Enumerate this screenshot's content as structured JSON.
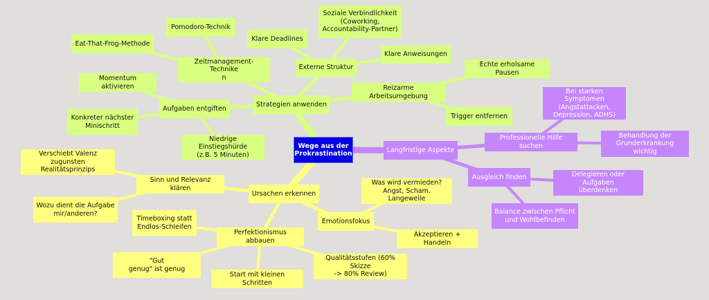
{
  "colors": {
    "background": "#e0dfdb",
    "center": "#0000e0",
    "strategies": "#d9ff80",
    "causes": "#ffff80",
    "longterm": "#c586fb"
  },
  "nodes": {
    "center": "Wege aus der Prokrastination",
    "strategien": "Strategien anwenden",
    "zeitmanagement": "Zeitmanagement-Technike\nn",
    "pomodoro": "Pomodoro-Technik",
    "frog": "Eat-That-Frog-Methode",
    "extern": "Externe Struktur",
    "deadlines": "Klare Deadlines",
    "sozial": "Soziale Verbindlichkeit\n(Coworking,\nAccountability-Partner)",
    "anweisungen": "Klare Anweisungen",
    "reizarm": "Reizarme Arbeitsumgebung",
    "pausen": "Echte erholsame Pausen",
    "trigger": "Trigger entfernen",
    "entgiften": "Aufgaben entgiften",
    "momentum": "Momentum aktivieren",
    "miniSchritt": "Konkreter nächster\nMinischritt",
    "einstieg": "Niedrige Einstiegshürde\n(z.B. 5 Minuten)",
    "langfristig": "Langfristige Aspekte",
    "professionell": "Professionelle Hilfe suchen",
    "symptome": "Bei starken Symptomen\n(Angstattacken,\nDepression, ADHS)",
    "behandlung": "Behandlung der\nGrunderkrankung wichtig",
    "ausgleich": "Ausgleich finden",
    "delegieren": "Delegieren oder Aufgaben\nüberdenken",
    "balance": "Balance zwischen Pflicht\nund Wohlbefinden",
    "ursachen": "Ursachen erkennen",
    "sinn": "Sinn und Relevanz klären",
    "valenz": "Verschiebt Valenz\nzugunsten Realitätsprinzips",
    "wozu": "Wozu dient die Aufgabe\nmir/anderen?",
    "emotion": "Emotionsfokus",
    "vermieden": "Was wird vermieden?\nAngst, Scham, Langeweile",
    "akzeptieren": "Akzeptieren + Handeln",
    "perfekt": "Perfektionismus abbauen",
    "timeboxing": "Timeboxing statt\nEndlos-Schleifen",
    "gutgenug": "\"Gut\ngenug\" ist genug",
    "klein": "Start mit kleinen Schritten",
    "qualitaet": "Qualitätsstufen (60% Skizze\n-> 80% Review)"
  }
}
